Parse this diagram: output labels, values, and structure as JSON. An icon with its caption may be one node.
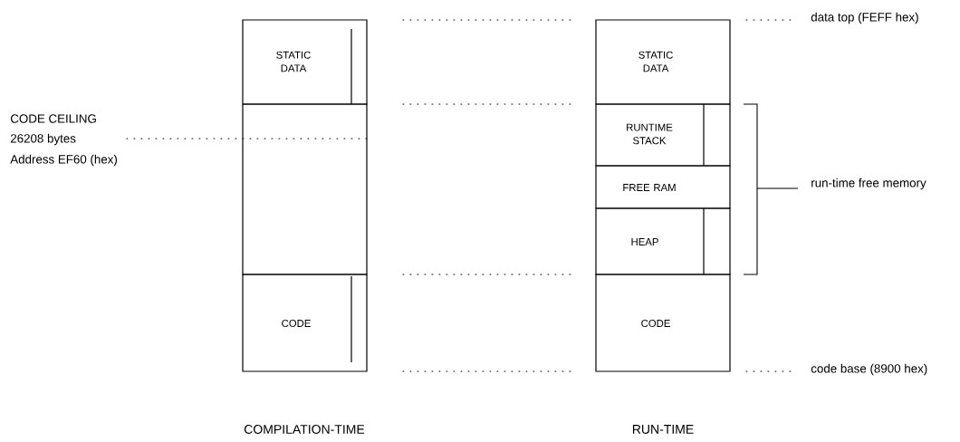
{
  "diagram": {
    "nodes": [
      {
        "text": [
          "STATIC DATA"
        ]
      },
      {
        "text": [],
        "shape": "box"
      },
      {
        "text": [
          "CODE"
        ]
      },
      {
        "text": [
          "STATIC DATA"
        ]
      },
      {
        "text": [
          "RUNTIME STACK"
        ]
      },
      {
        "text": [
          "FREE RAM"
        ]
      },
      {
        "text": [
          "HEAP"
        ]
      },
      {
        "text": [
          "CODE"
        ]
      }
    ],
    "labels": [
      "data top (FEFF hex)",
      "CODE CEILING",
      "26208 bytes",
      "Address EF60 (hex)",
      "run-time free memory",
      "code base (8900 hex)",
      "COMPILATION-TIME",
      "RUN-TIME"
    ]
  }
}
